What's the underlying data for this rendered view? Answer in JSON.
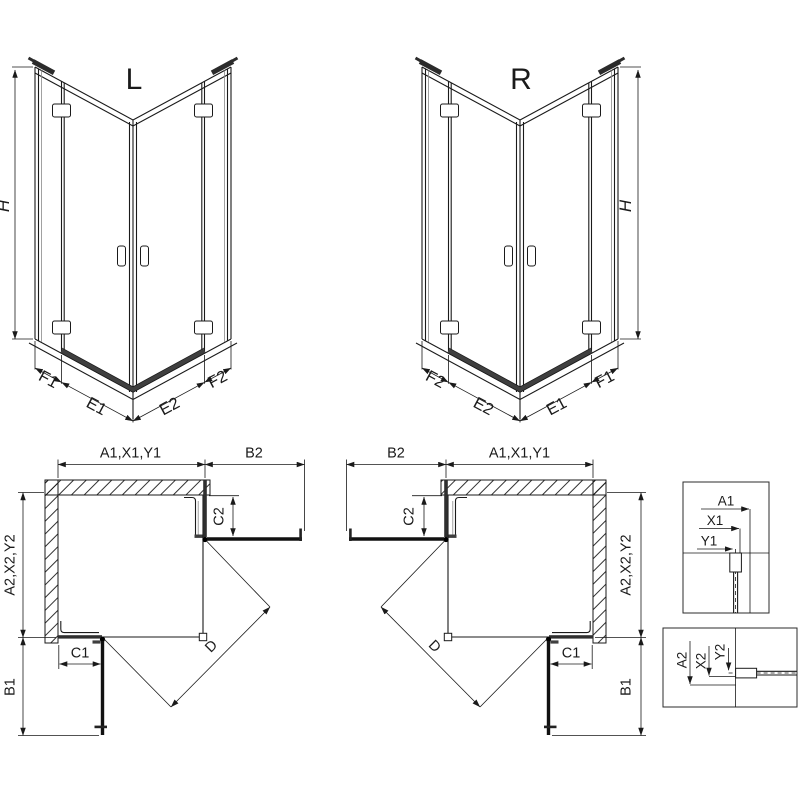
{
  "iso_left": {
    "label": "L",
    "height": "H",
    "segments": [
      "F1",
      "E1",
      "E2",
      "F2"
    ]
  },
  "iso_right": {
    "label": "R",
    "height": "H",
    "segments": [
      "F2",
      "E2",
      "E1",
      "F1"
    ]
  },
  "plan_left": {
    "top_width": "A1,X1,Y1",
    "door_width": "B2",
    "fixed_right": "C2",
    "side_height": "A2,X2,Y2",
    "door_height": "B1",
    "fixed_bottom": "C1",
    "entry": "D"
  },
  "plan_right": {
    "door_width": "B2",
    "top_width": "A1,X1,Y1",
    "fixed_left": "C2",
    "side_height": "A2,X2,Y2",
    "door_height": "B1",
    "fixed_bottom": "C1",
    "entry": "D"
  },
  "detail_glass_top": {
    "rows": [
      "A1",
      "X1",
      "Y1"
    ]
  },
  "detail_glass_bottom": {
    "rows": [
      "A2",
      "X2",
      "Y2"
    ]
  },
  "colors": {
    "line": "#1a1a1a",
    "hardware_dark": "#2f2f2f",
    "glass_gray": "#8a8a8a",
    "background": "#ffffff"
  }
}
